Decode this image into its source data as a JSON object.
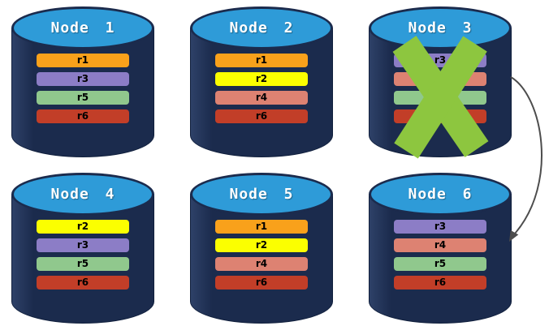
{
  "diagram_type": "replicated-database-nodes-failover",
  "colors": {
    "background": "#FFFFFF",
    "cylinder_body": "#1B2B4D",
    "cylinder_top": "#2E9BD8",
    "title_text": "#FFFFFF",
    "bar_text": "#000000",
    "x_mark": "#8DC63F",
    "arrow": "#4D4D4D"
  },
  "replica_colors": {
    "r1": "#F9A11B",
    "r2": "#FBFF00",
    "r3": "#8C7DC6",
    "r4": "#DD8272",
    "r5": "#90C88D",
    "r6": "#C23E28"
  },
  "nodes": [
    {
      "label": "Node 1",
      "failed": false,
      "replicas": [
        "r1",
        "r3",
        "r5",
        "r6"
      ]
    },
    {
      "label": "Node 2",
      "failed": false,
      "replicas": [
        "r1",
        "r2",
        "r4",
        "r6"
      ]
    },
    {
      "label": "Node 3",
      "failed": true,
      "replicas": [
        "r3",
        "r4",
        "r5",
        "r6"
      ]
    },
    {
      "label": "Node 4",
      "failed": false,
      "replicas": [
        "r2",
        "r3",
        "r5",
        "r6"
      ]
    },
    {
      "label": "Node 5",
      "failed": false,
      "replicas": [
        "r1",
        "r2",
        "r4",
        "r6"
      ]
    },
    {
      "label": "Node 6",
      "failed": false,
      "replicas": [
        "r3",
        "r4",
        "r5",
        "r6"
      ]
    }
  ],
  "annotations": {
    "failed_node": "Node 3",
    "arrow_from": "Node 3",
    "arrow_to": "Node 6"
  }
}
